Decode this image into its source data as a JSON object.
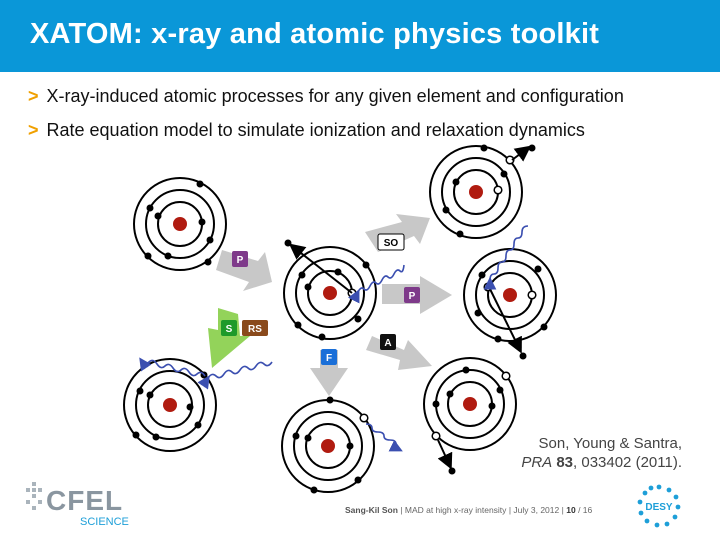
{
  "slide": {
    "title": "XATOM: x-ray and atomic physics toolkit",
    "bullets": [
      {
        "marker": ">",
        "text": "X-ray-induced atomic processes for any given element and configuration"
      },
      {
        "marker": ">",
        "text": "Rate equation model to simulate ionization and relaxation dynamics"
      }
    ]
  },
  "diagram": {
    "labels": {
      "P_left": "P",
      "S": "S",
      "RS": "RS",
      "SO": "SO",
      "P_right": "P",
      "A": "A",
      "F": "F"
    }
  },
  "citation": {
    "line1": "Son, Young & Santra,",
    "journal": "PRA",
    "volume": "83",
    "rest": ", 033402 (2011)."
  },
  "footer": {
    "author": "Sang-Kil Son",
    "talk": "MAD at high x-ray intensity",
    "date": "July 3, 2012",
    "page": "10",
    "total": "/ 16",
    "sep": "|"
  },
  "logos": {
    "cfel_text": "CFEL",
    "cfel_sub": "SCIENCE",
    "desy_text": "DESY"
  },
  "colors": {
    "title_bar": "#0a97d8",
    "bullet_marker": "#f0a000",
    "nucleus": "#b01b10",
    "photon_wave": "#3b4fb0",
    "label_purple": "#7e3a8a",
    "label_green": "#1e9a2a",
    "label_brown": "#8a4a1c",
    "label_blue": "#1a6fd8",
    "label_black": "#111111"
  }
}
